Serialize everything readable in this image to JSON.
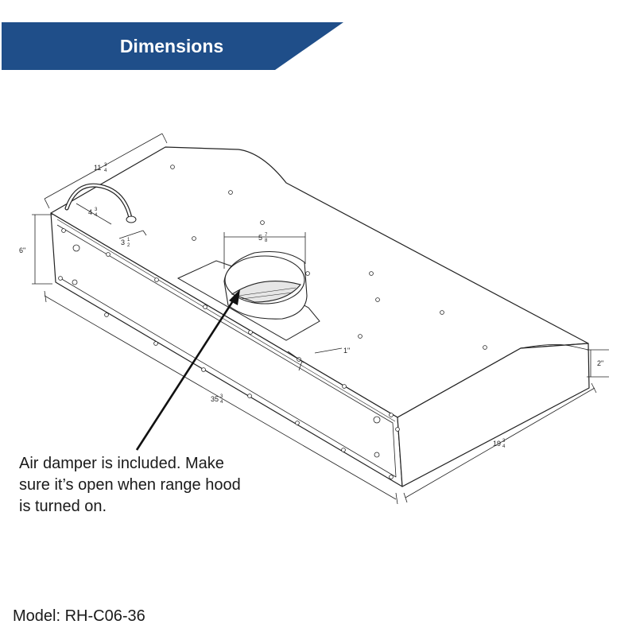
{
  "header": {
    "title": "Dimensions",
    "banner_color": "#1f4e89"
  },
  "dimensions": {
    "width": {
      "whole": "35",
      "num": "3",
      "den": "4"
    },
    "depth": {
      "whole": "19",
      "num": "3",
      "den": "4"
    },
    "height_front": "6\"",
    "height_back": "2\"",
    "top_depth": {
      "whole": "11",
      "num": "3",
      "den": "4"
    },
    "duct_diameter": {
      "whole": "5",
      "num": "7",
      "den": "8"
    },
    "cord_offset_a": {
      "whole": "4",
      "num": "3",
      "den": "4"
    },
    "cord_offset_b": {
      "whole": "3",
      "num": "1",
      "den": "2"
    },
    "collar_offset": "1\""
  },
  "note": {
    "lines": [
      "Air damper is included. Make",
      "sure it’s open when range hood",
      "is turned on."
    ]
  },
  "model": "Model: RH-C06-36"
}
